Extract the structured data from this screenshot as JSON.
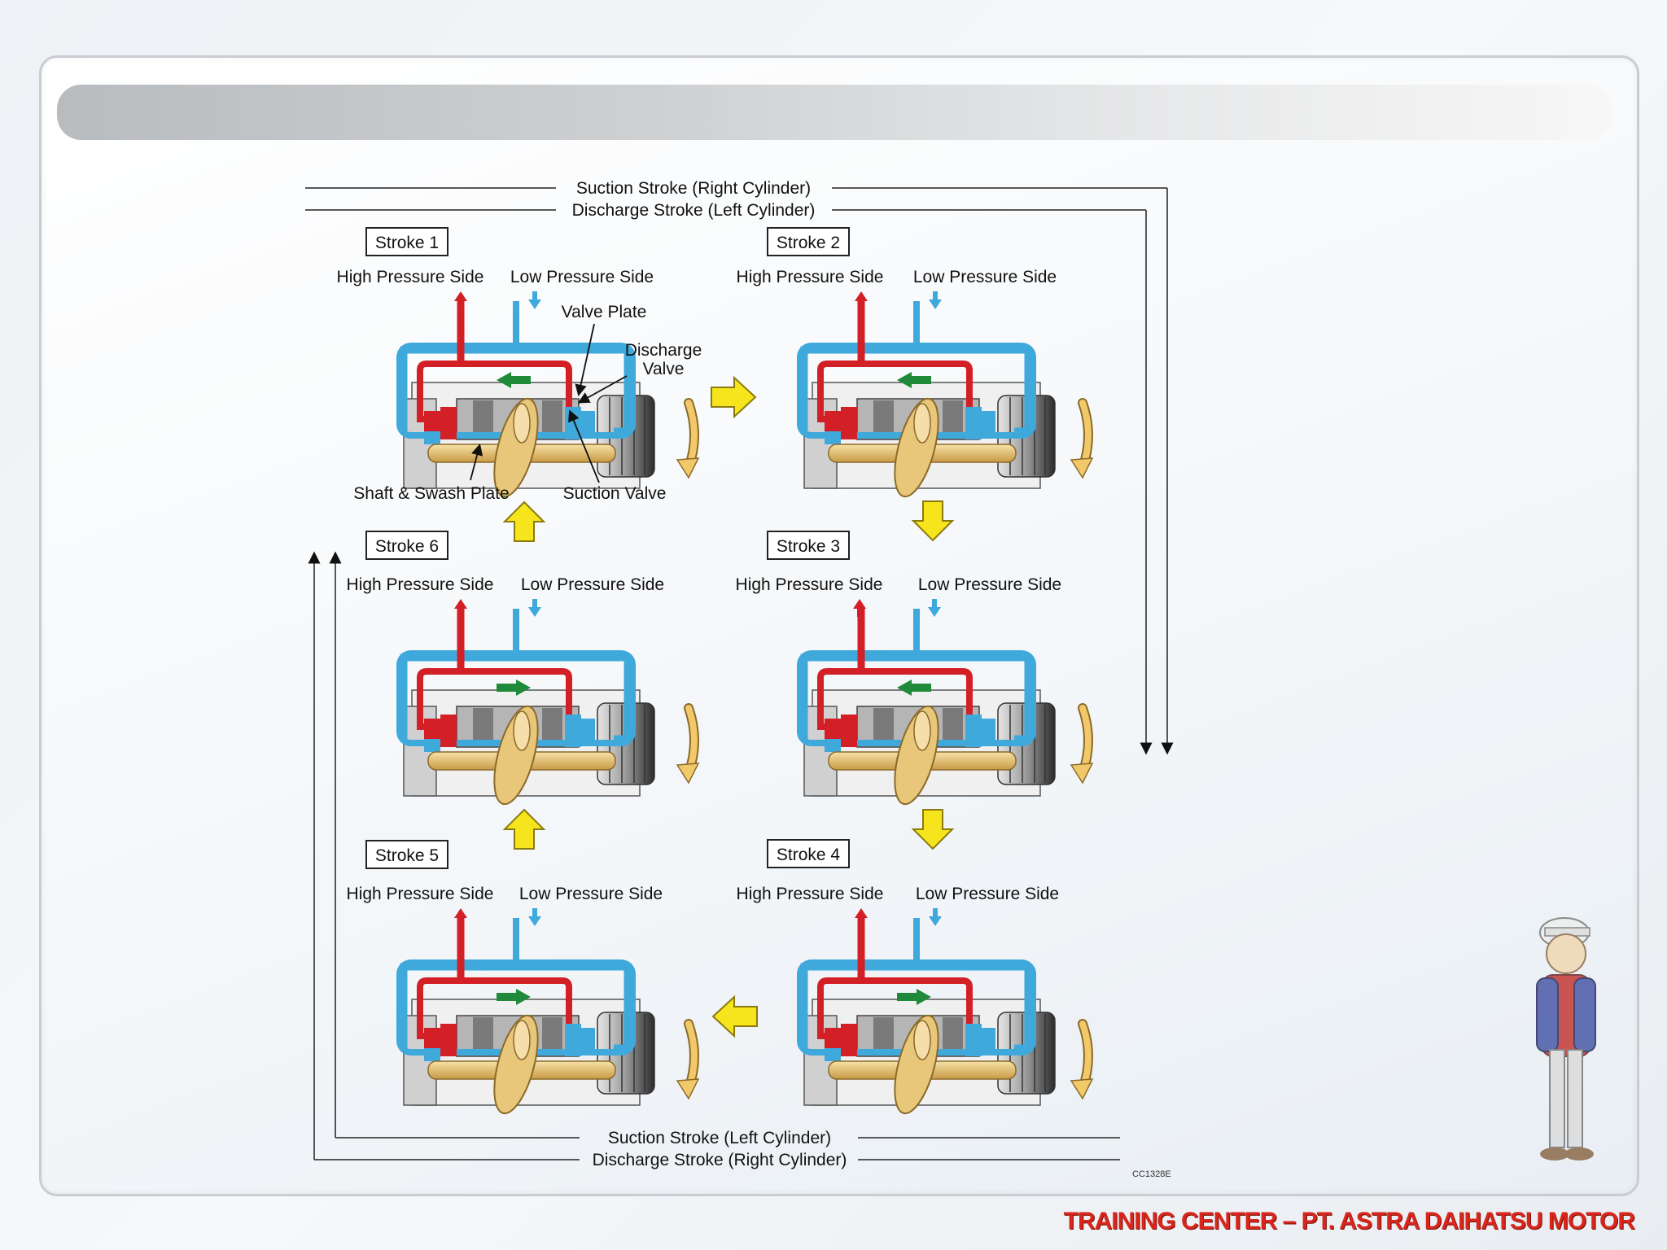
{
  "top_lines": {
    "suction_right": "Suction Stroke (Right Cylinder)",
    "discharge_left": "Discharge Stroke (Left Cylinder)"
  },
  "bottom_lines": {
    "suction_left": "Suction Stroke (Left Cylinder)",
    "discharge_right": "Discharge Stroke (Right Cylinder)"
  },
  "strokes": [
    {
      "label": "Stroke 1",
      "high": "High Pressure Side",
      "low": "Low Pressure Side",
      "piston_flow": "left"
    },
    {
      "label": "Stroke 2",
      "high": "High Pressure Side",
      "low": "Low Pressure Side",
      "piston_flow": "left"
    },
    {
      "label": "Stroke 3",
      "high": "High Pressure Side",
      "low": "Low Pressure Side",
      "piston_flow": "left"
    },
    {
      "label": "Stroke 4",
      "high": "High Pressure Side",
      "low": "Low Pressure Side",
      "piston_flow": "right"
    },
    {
      "label": "Stroke 5",
      "high": "High Pressure Side",
      "low": "Low Pressure Side",
      "piston_flow": "right"
    },
    {
      "label": "Stroke 6",
      "high": "High Pressure Side",
      "low": "Low Pressure Side",
      "piston_flow": "right"
    }
  ],
  "callouts": {
    "valve_plate": "Valve Plate",
    "discharge": "Discharge",
    "valve": "Valve",
    "shaft_swash": "Shaft & Swash Plate",
    "suction_valve": "Suction Valve"
  },
  "ref_code": "CC1328E",
  "footer": "TRAINING CENTER – PT. ASTRA DAIHATSU MOTOR",
  "colors": {
    "high_pressure": "#d31f26",
    "low_pressure": "#3fa9dc",
    "piston_arrow": "#1f8a3a",
    "stroke_arrow": "#f6e51c",
    "rotation_arrow": "#f2c96a",
    "swash_plate": "#e8c77a",
    "footer": "#d8261c"
  }
}
